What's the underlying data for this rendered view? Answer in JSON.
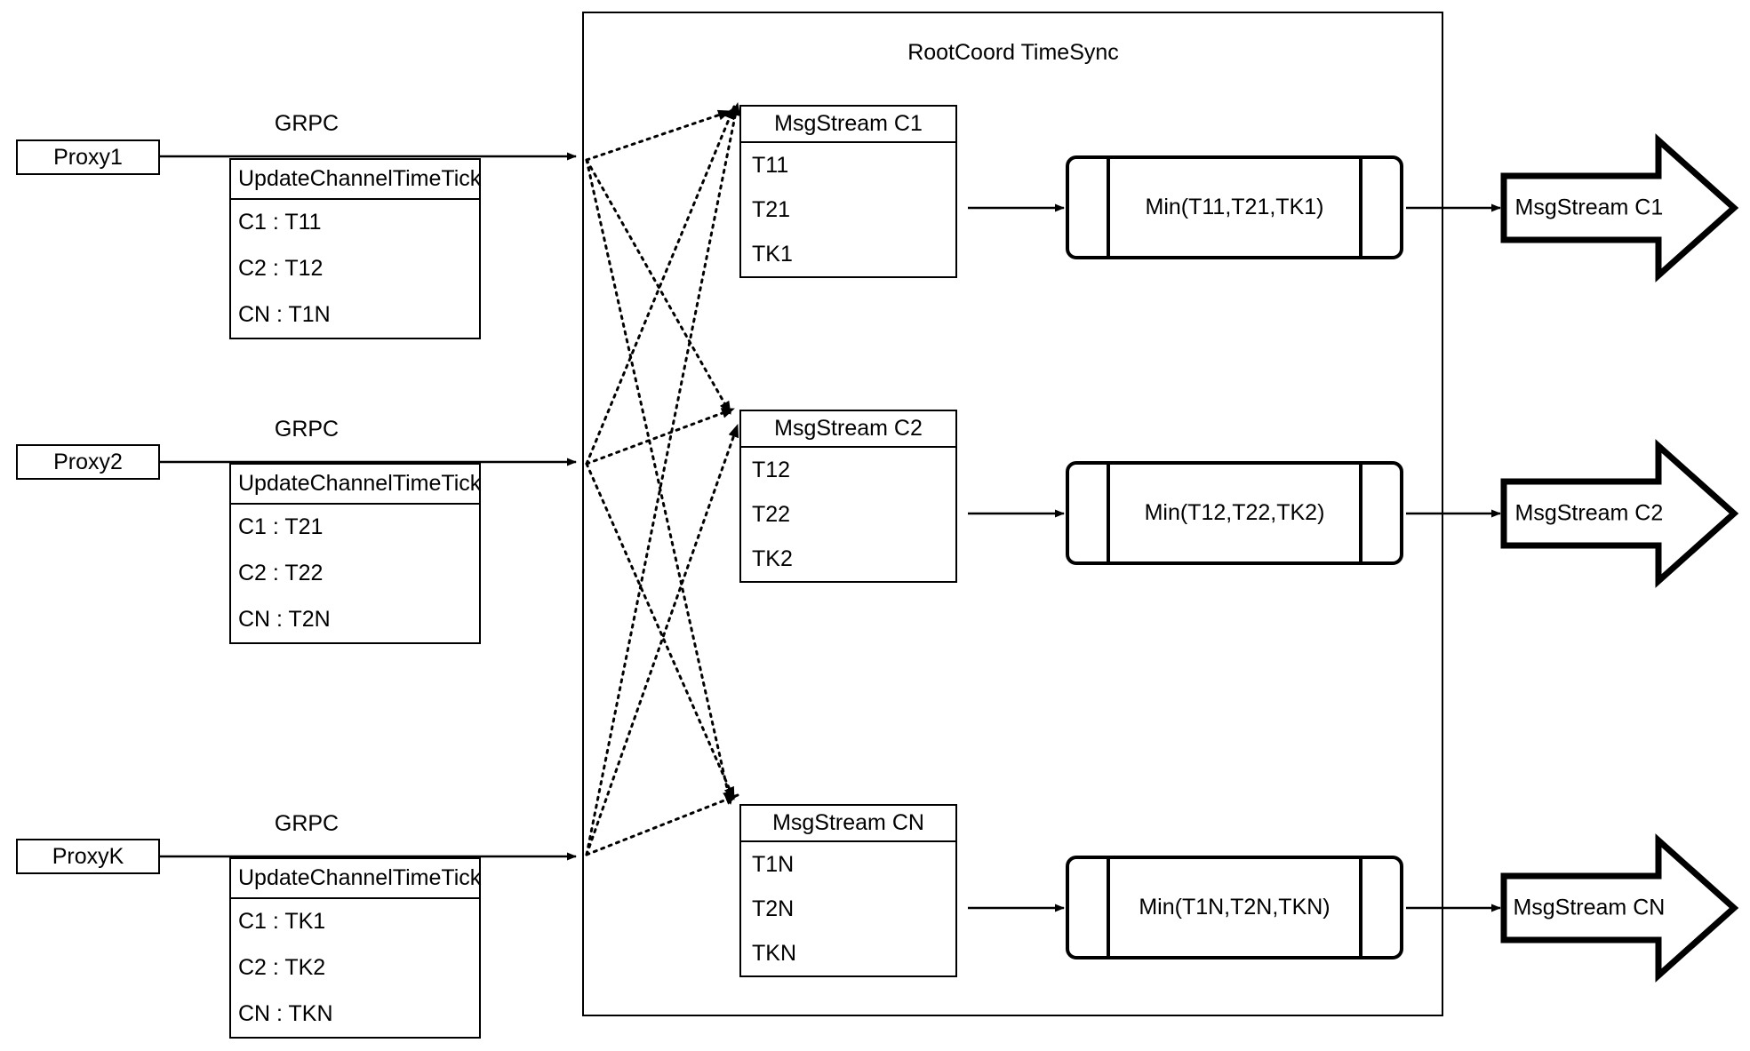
{
  "diagram": {
    "title": "RootCoord TimeSync",
    "container_label": "RootCoord TimeSync"
  },
  "rows": [
    {
      "proxy": "Proxy1",
      "link_label": "GRPC",
      "request": {
        "title": "UpdateChannelTimeTick",
        "entries": [
          "C1 :  T11",
          "C2 :  T12",
          "CN : T1N"
        ]
      },
      "msgstream": {
        "title": "MsgStream C1",
        "entries": [
          "T11",
          "T21",
          "TK1"
        ]
      },
      "min": "Min(T11,T21,TK1)",
      "output": "MsgStream C1"
    },
    {
      "proxy": "Proxy2",
      "link_label": "GRPC",
      "request": {
        "title": "UpdateChannelTimeTick",
        "entries": [
          "C1 :  T21",
          "C2 :  T22",
          "CN : T2N"
        ]
      },
      "msgstream": {
        "title": "MsgStream C2",
        "entries": [
          "T12",
          "T22",
          "TK2"
        ]
      },
      "min": "Min(T12,T22,TK2)",
      "output": "MsgStream C2"
    },
    {
      "proxy": "ProxyK",
      "link_label": "GRPC",
      "request": {
        "title": "UpdateChannelTimeTick",
        "entries": [
          "C1 :  TK1",
          "C2 :  TK2",
          "CN : TKN"
        ]
      },
      "msgstream": {
        "title": "MsgStream CN",
        "entries": [
          "T1N",
          "T2N",
          "TKN"
        ]
      },
      "min": "Min(T1N,T2N,TKN)",
      "output": "MsgStream CN"
    }
  ],
  "colors": {
    "stroke": "#000000",
    "background": "#ffffff",
    "text": "#000000"
  }
}
